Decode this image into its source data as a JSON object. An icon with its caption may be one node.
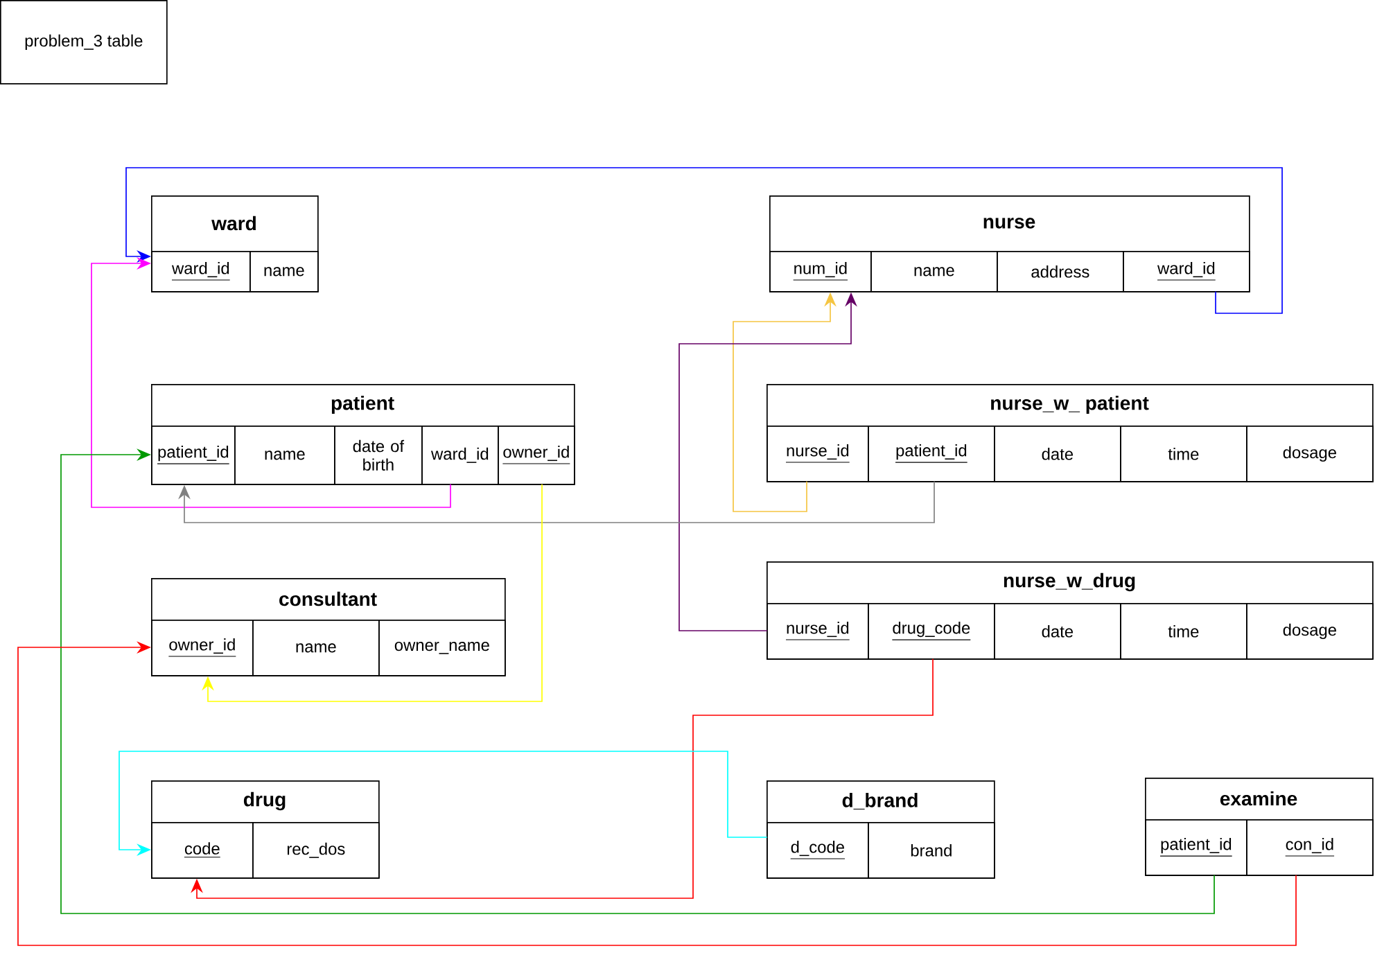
{
  "diagram": {
    "nodes": [
      {
        "text": [
          "problem_3 table"
        ]
      },
      {
        "text": [
          "ward"
        ]
      },
      {
        "text": [
          "ward_id"
        ],
        "in": 1
      },
      {
        "text": [
          "name"
        ],
        "in": 1
      },
      {
        "text": [
          "nurse"
        ]
      },
      {
        "text": [
          "num_id"
        ],
        "in": 4
      },
      {
        "text": [
          "name"
        ],
        "in": 4
      },
      {
        "text": [
          "address"
        ],
        "in": 4
      },
      {
        "text": [
          "ward_id"
        ],
        "in": 4
      },
      {
        "text": [
          "patient"
        ]
      },
      {
        "text": [
          "patient_id"
        ],
        "in": 9
      },
      {
        "text": [
          "name"
        ],
        "in": 9
      },
      {
        "text": [
          "date of birth"
        ],
        "in": 9
      },
      {
        "text": [
          "ward_id"
        ],
        "in": 9
      },
      {
        "text": [
          "owner_id"
        ],
        "in": 9
      },
      {
        "text": [
          "nurse_w_ patient"
        ]
      },
      {
        "text": [
          "nurse_id"
        ],
        "in": 15
      },
      {
        "text": [
          "patient_id"
        ],
        "in": 15
      },
      {
        "text": [
          "date"
        ],
        "in": 15
      },
      {
        "text": [
          "time"
        ],
        "in": 15
      },
      {
        "text": [
          "dosage"
        ],
        "in": 15
      },
      {
        "text": [
          "consultant"
        ]
      },
      {
        "text": [
          "owner_id"
        ],
        "in": 21
      },
      {
        "text": [
          "name"
        ],
        "in": 21
      },
      {
        "text": [
          "owner_name"
        ],
        "in": 21
      },
      {
        "text": [
          "nurse_w_drug"
        ]
      },
      {
        "text": [
          "nurse_id"
        ],
        "in": 25
      },
      {
        "text": [
          "drug_code"
        ],
        "in": 25
      },
      {
        "text": [
          "date"
        ],
        "in": 25
      },
      {
        "text": [
          "time"
        ],
        "in": 25
      },
      {
        "text": [
          "dosage"
        ],
        "in": 25
      },
      {
        "text": [
          "drug"
        ]
      },
      {
        "text": [
          "code"
        ],
        "in": 31
      },
      {
        "text": [
          "rec_dos"
        ],
        "in": 31
      },
      {
        "text": [
          "d_brand"
        ]
      },
      {
        "text": [
          "d_code"
        ],
        "in": 34
      },
      {
        "text": [
          "brand"
        ],
        "in": 34
      },
      {
        "text": [
          "examine"
        ]
      },
      {
        "text": [
          "patient_id"
        ],
        "in": 37
      },
      {
        "text": [
          "con_id"
        ],
        "in": 37
      }
    ],
    "edges": [
      {
        "from": 8,
        "to": 2,
        "arrow": "to",
        "color": "#0000ff"
      },
      {
        "from": 13,
        "to": 2,
        "arrow": "to",
        "color": "#ff00ff"
      },
      {
        "from": 16,
        "to": 5,
        "arrow": "to",
        "color": "#f5c542"
      },
      {
        "from": 26,
        "to": 5,
        "arrow": "to",
        "color": "#660066"
      },
      {
        "from": 17,
        "to": 10,
        "arrow": "to",
        "color": "#808080"
      },
      {
        "from": 14,
        "to": 22,
        "arrow": "to",
        "color": "#ffff00"
      },
      {
        "from": 38,
        "to": 10,
        "arrow": "to",
        "color": "#009900"
      },
      {
        "from": 39,
        "to": 22,
        "arrow": "to",
        "color": "#ff0000"
      },
      {
        "from": 27,
        "to": 32,
        "arrow": "to",
        "color": "#ff0000"
      },
      {
        "from": 35,
        "to": 32,
        "arrow": "to",
        "color": "#00ffff"
      }
    ]
  }
}
